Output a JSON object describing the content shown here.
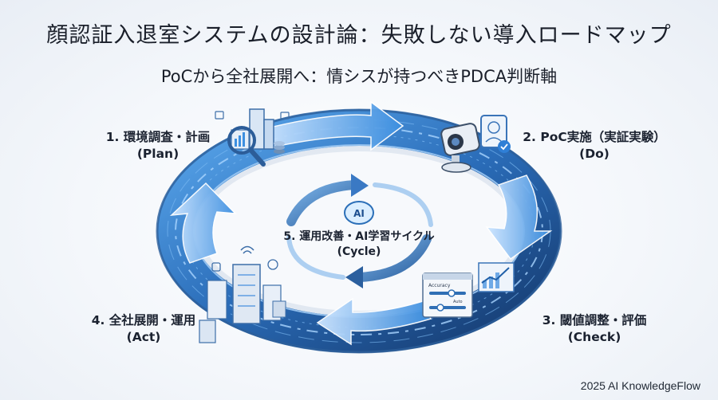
{
  "title": "顔認証入退室システムの設計論：失敗しない導入ロードマップ",
  "subtitle": "PoCから全社展開へ：情シスが持つべきPDCA判断軸",
  "steps": [
    {
      "label": "1. 環境調査・計画",
      "sub": "(Plan)"
    },
    {
      "label": "2. PoC実施（実証実験）",
      "sub": "(Do)"
    },
    {
      "label": "3. 閾値調整・評価",
      "sub": "(Check)"
    },
    {
      "label": "4. 全社展開・運用",
      "sub": "(Act)"
    },
    {
      "label": "5. 運用改善・AI学習サイクル",
      "sub": "(Cycle)"
    }
  ],
  "center_badge": "AI",
  "slider_panel": {
    "label1": "Accuracy",
    "label2": "Auto"
  },
  "footer": "2025 AI KnowledgeFlow",
  "colors": {
    "ring_dark": "#1d4f8f",
    "ring_light": "#4f9be0",
    "arrow": "#2d7fd6"
  }
}
